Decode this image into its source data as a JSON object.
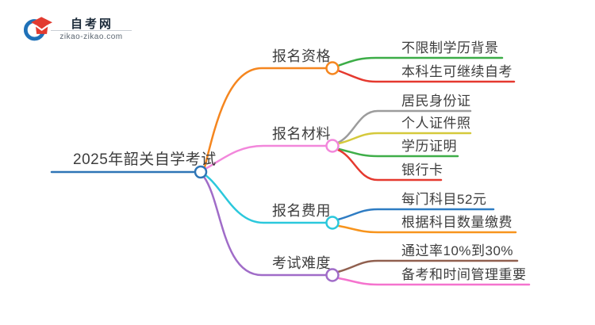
{
  "logo": {
    "title": "自考网",
    "url": "zikao-zikao.com",
    "icon": "graduation-cap-icon",
    "icon_colors": {
      "crescent_blue": "#1f71b8",
      "cap_red": "#e23b30"
    }
  },
  "mindmap": {
    "root": {
      "label": "2025年韶关自学考试",
      "color": "#2e75b6"
    },
    "branches": [
      {
        "label": "报名资格",
        "color": "#f5861f",
        "children": [
          {
            "label": "不限制学历背景",
            "color": "#3cad47"
          },
          {
            "label": "本科生可继续自考",
            "color": "#e5392f"
          }
        ]
      },
      {
        "label": "报名材料",
        "color": "#f287db",
        "children": [
          {
            "label": "居民身份证",
            "color": "#9c9c9c"
          },
          {
            "label": "个人证件照",
            "color": "#d5c93b"
          },
          {
            "label": "学历证明",
            "color": "#3fae49"
          },
          {
            "label": "银行卡",
            "color": "#e5392f"
          }
        ]
      },
      {
        "label": "报名费用",
        "color": "#2bc8dc",
        "children": [
          {
            "label": "每门科目52元",
            "color": "#2e7cc3"
          },
          {
            "label": "根据科目数量缴费",
            "color": "#f7941d"
          }
        ]
      },
      {
        "label": "考试难度",
        "color": "#a06cc8",
        "children": [
          {
            "label": "通过率10%到30%",
            "color": "#90604f"
          },
          {
            "label": "备考和时间管理重要",
            "color": "#f573ce"
          }
        ]
      }
    ]
  }
}
